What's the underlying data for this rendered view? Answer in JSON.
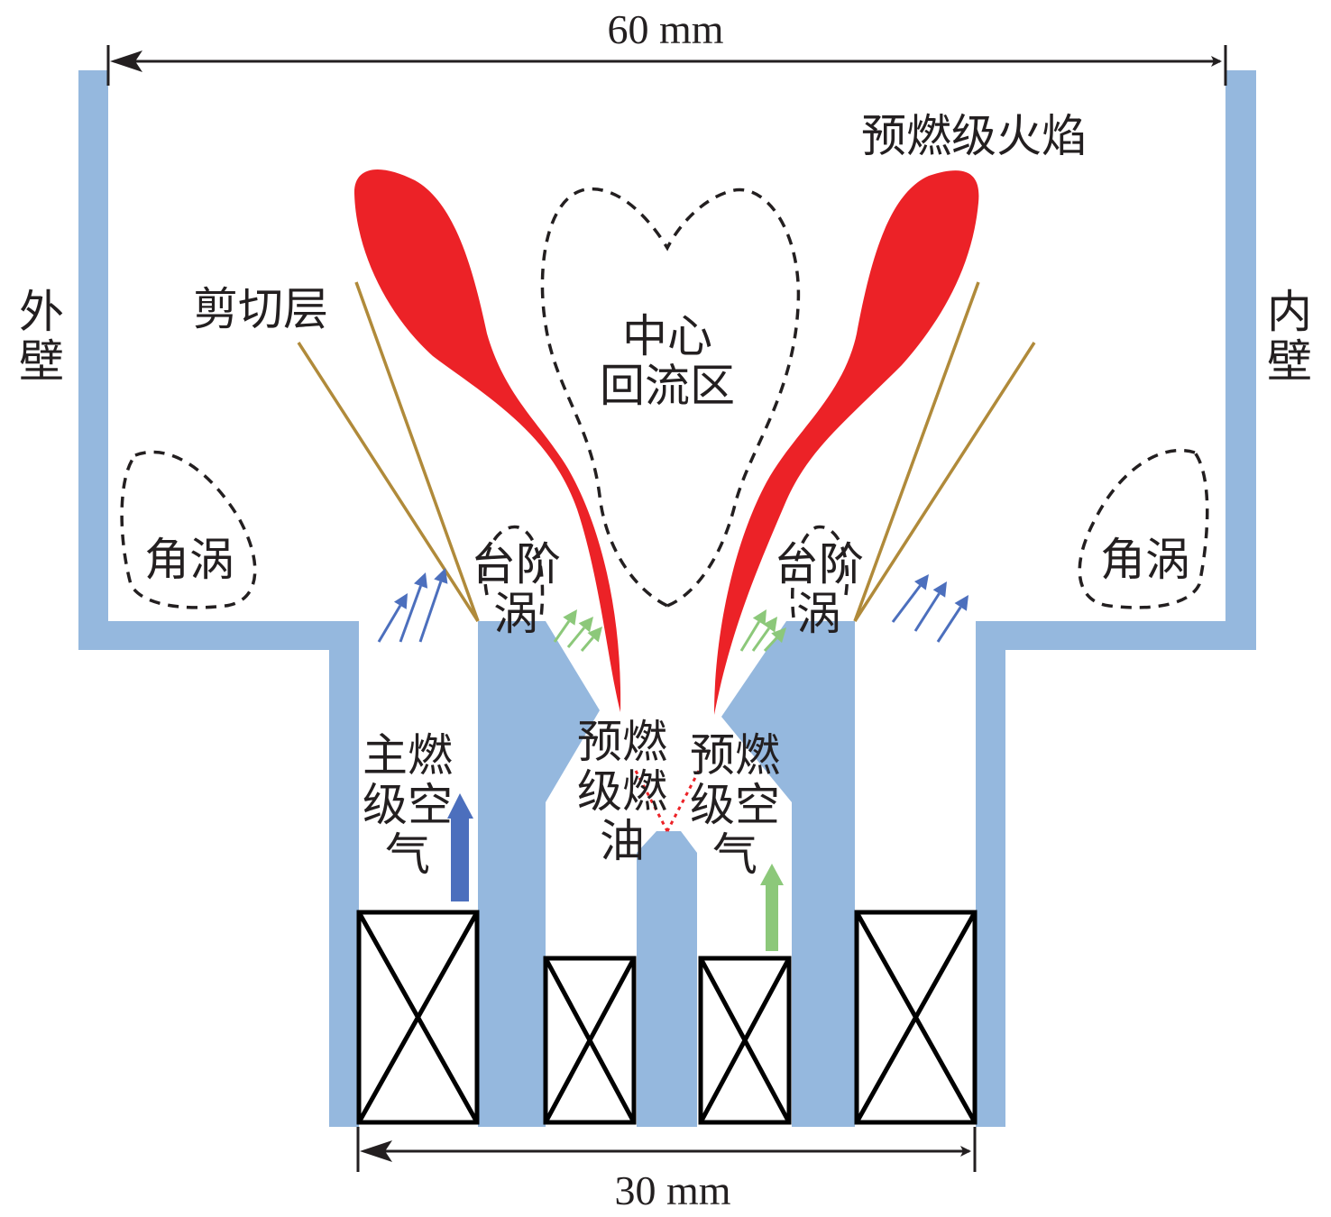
{
  "colors": {
    "wall": "#95b8de",
    "flame": "#ec2227",
    "shear_layer": "#b08a3a",
    "main_air_arrow": "#4c6fbd",
    "pilot_air_arrow": "#8cc87a",
    "fuel_spray": "#ec2227",
    "ink": "#231f20"
  },
  "dimensions": {
    "top": "60 mm",
    "bottom": "30 mm"
  },
  "labels": {
    "outer_wall": [
      "外",
      "壁"
    ],
    "inner_wall": [
      "内",
      "壁"
    ],
    "pilot_flame": "预燃级火焰",
    "shear_layer": "剪切层",
    "central_recirculation": [
      "中心",
      "回流区"
    ],
    "corner_vortex_left": "角涡",
    "corner_vortex_right": "角涡",
    "step_vortex_left": [
      "台阶",
      "涡"
    ],
    "step_vortex_right": [
      "台阶",
      "涡"
    ],
    "main_air": [
      "主燃",
      "级空",
      "气"
    ],
    "pilot_fuel": [
      "预燃",
      "级燃",
      "油"
    ],
    "pilot_air": [
      "预燃",
      "级空",
      "气"
    ]
  },
  "icons": {
    "swirler": "swirler-box-x-icon",
    "flow_arrow": "arrow-up-icon"
  }
}
